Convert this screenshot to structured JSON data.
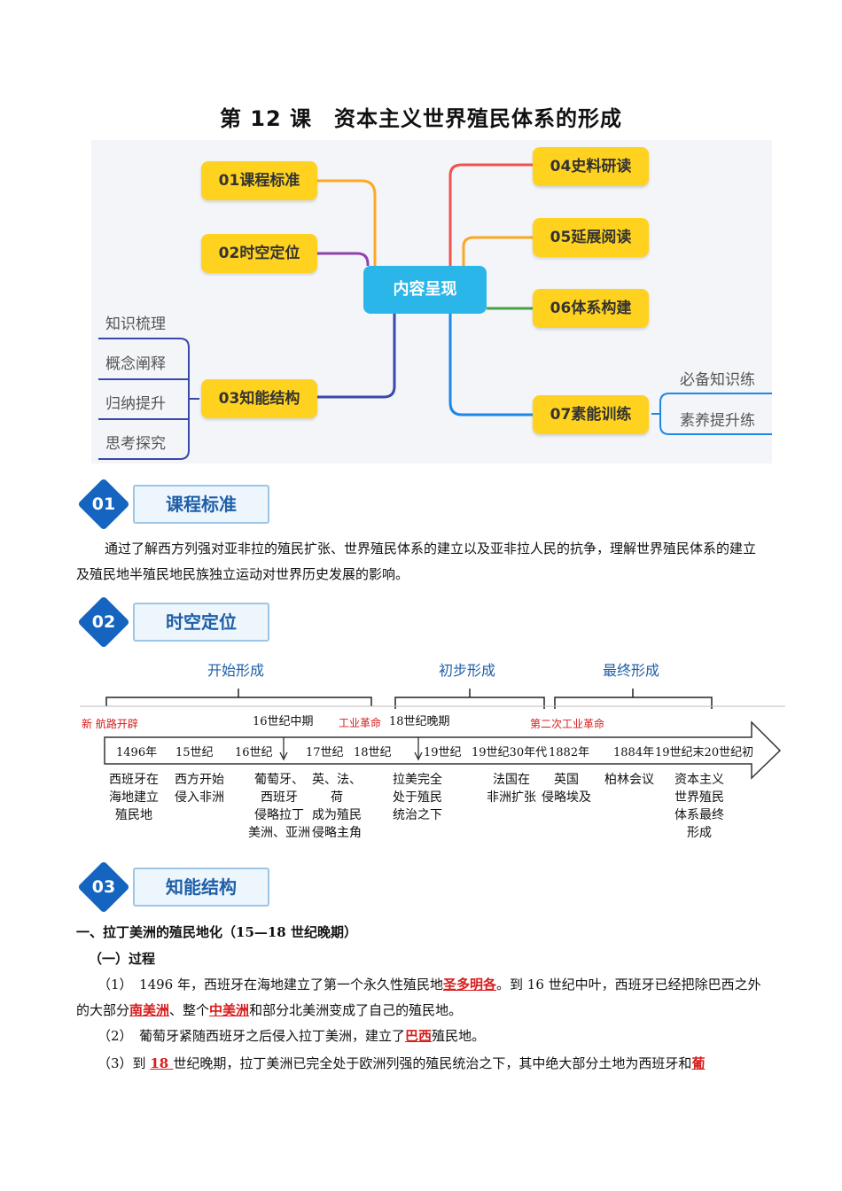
{
  "title": "第 12 课　资本主义世界殖民体系的形成",
  "mindmap": {
    "center": "内容呈现",
    "n01": "01课程标准",
    "n02": "02时空定位",
    "n03": "03知能结构",
    "n04": "04史料研读",
    "n05": "05延展阅读",
    "n06": "06体系构建",
    "n07": "07素能训练",
    "left_subs": [
      "知识梳理",
      "概念阐释",
      "归纳提升",
      "思考探究"
    ],
    "right_subs": [
      "必备知识练",
      "素养提升练"
    ]
  },
  "sec1": {
    "num": "01",
    "label": "课程标准"
  },
  "sec2": {
    "num": "02",
    "label": "时空定位"
  },
  "sec3": {
    "num": "03",
    "label": "知能结构"
  },
  "standard_text": "通过了解西方列强对亚非拉的殖民扩张、世界殖民体系的建立以及亚非拉人民的抗争，理解世界殖民体系的建立及殖民地半殖民地民族独立运动对世界历史发展的影响。",
  "timeline": {
    "phases": [
      "开始形成",
      "初步形成",
      "最终形成"
    ],
    "red_labels": [
      "新  航路开辟",
      "工业革命",
      "第二次工业革命"
    ],
    "marks": [
      "16世纪中期",
      "18世纪晚期"
    ],
    "ticks": [
      "1496年",
      "15世纪",
      "16世纪",
      "17世纪",
      "18世纪",
      "19世纪",
      "19世纪30年代",
      "1882年",
      "1884年",
      "19世纪末20世纪初"
    ],
    "events": [
      "西班牙在\n海地建立\n殖民地",
      "西方开始\n侵入非洲",
      "葡萄牙、\n西班牙\n侵略拉丁\n美洲、亚洲",
      "英、法、荷\n成为殖民\n侵略主角",
      "拉美完全\n处于殖民\n统治之下",
      "法国在\n非洲扩张",
      "英国\n侵略埃及",
      "柏林会议",
      "资本主义\n世界殖民\n体系最终\n形成"
    ]
  },
  "content": {
    "h1": "一、拉丁美洲的殖民地化（15—18 世纪晚期）",
    "h2": "（一）过程",
    "p1a": "（1）　1496 年，西班牙在海地建立了第一个永久性殖民地",
    "p1_k1": "圣多明各",
    "p1b": "。到 16 世纪中叶，西班牙已经把除巴西之外的大部分",
    "p1_k2": "南美洲",
    "p1c": "、整个",
    "p1_k3": "中美洲",
    "p1d": "和部分北美洲变成了自己的殖民地。",
    "p2a": "（2）　葡萄牙紧随西班牙之后侵入拉丁美洲，建立了",
    "p2_k1": "巴西",
    "p2b": "殖民地。",
    "p3a": "（3）到 ",
    "p3_k1": "18 ",
    "p3b": "世纪晚期，拉丁美洲已完全处于欧洲列强的殖民统治之下，其中绝大部分土地为西班牙和",
    "p3_k2": "葡"
  }
}
